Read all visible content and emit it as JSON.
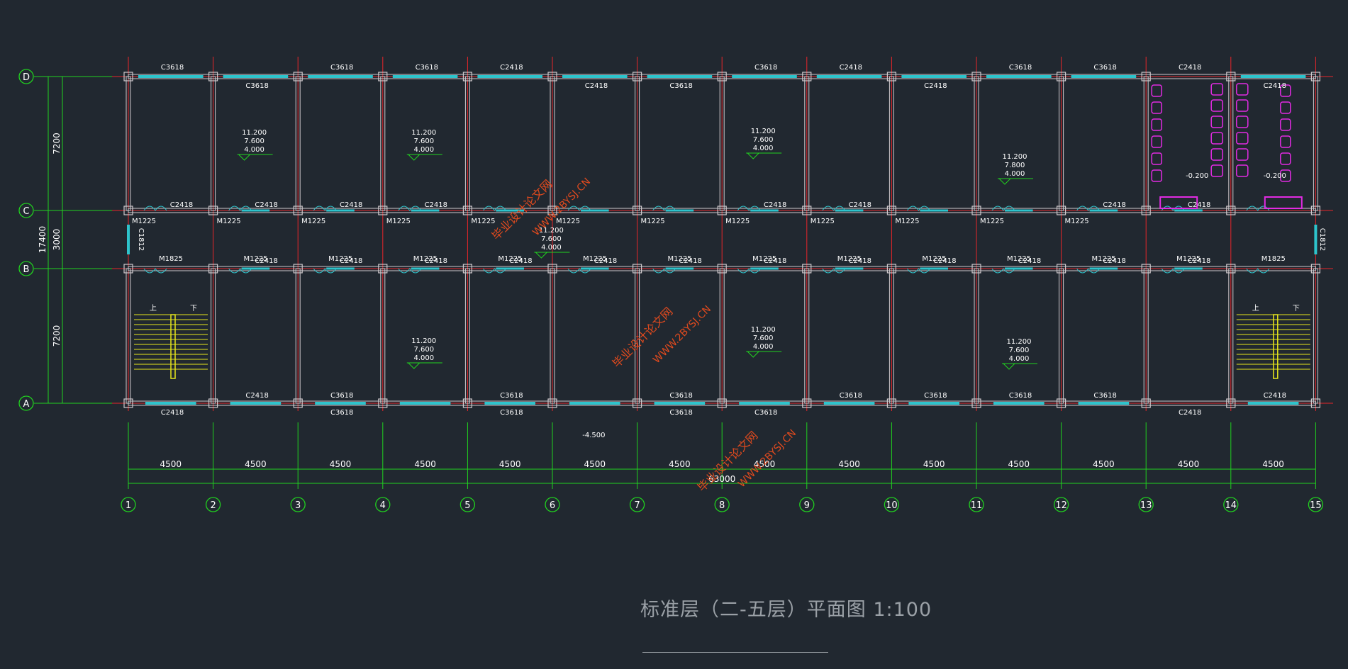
{
  "title": "标准层（二-五层）平面图  1:100",
  "axes": {
    "rows": [
      "D",
      "C",
      "B",
      "A"
    ],
    "cols": [
      "1",
      "2",
      "3",
      "4",
      "5",
      "6",
      "7",
      "8",
      "9",
      "10",
      "11",
      "12",
      "13",
      "14",
      "15"
    ]
  },
  "dimensions": {
    "bays": [
      "4500",
      "4500",
      "4500",
      "4500",
      "4500",
      "4500",
      "4500",
      "4500",
      "4500",
      "4500",
      "4500",
      "4500",
      "4500",
      "4500"
    ],
    "total": "63000",
    "left_segments": [
      "7200",
      "3000",
      "7200"
    ],
    "left_total": "17400"
  },
  "labels": {
    "top_outer": [
      "C3618",
      "C3618",
      "C3618",
      "C2418",
      "C3618",
      "C2418",
      "C3618",
      "C3618",
      "C2418"
    ],
    "top_inner": [
      "C3618",
      "C2418",
      "C3618",
      "C2418",
      "C2418"
    ],
    "c_line": [
      "C2418",
      "C2418",
      "C2418",
      "C2418",
      "C2418",
      "C2418",
      "C2418",
      "C2418"
    ],
    "c_doors": [
      "M1225",
      "M1225",
      "M1225",
      "M1225",
      "M1225",
      "M1225",
      "M1225",
      "M1225",
      "M1225",
      "M1225",
      "M1225",
      "M1225"
    ],
    "b_windows": [
      "C2418",
      "C2418",
      "C2418",
      "C2418",
      "C2418",
      "C2418",
      "C2418",
      "C2418",
      "C2418",
      "C2418",
      "C2418",
      "C2418"
    ],
    "b_doors": [
      "M1825",
      "M1225",
      "M1225",
      "M1225",
      "M1225",
      "M1225",
      "M1225",
      "M1225",
      "M1225",
      "M1225",
      "M1225",
      "M1225",
      "M1225",
      "M1825"
    ],
    "a_inner": [
      "C2418",
      "C3618",
      "C3618",
      "C3618",
      "C3618",
      "C3618",
      "C3618",
      "C3618",
      "C2418"
    ],
    "a_outer": [
      "C2418",
      "C3618",
      "C3618",
      "C3618",
      "C3618",
      "C2418"
    ],
    "side_window": "C1812"
  },
  "elevations": {
    "floors": [
      "11.200",
      "7.600",
      "4.000"
    ],
    "floors_alt": [
      "11.200",
      "7.800",
      "4.000"
    ],
    "toilet": "-0.200",
    "outdoor": "-4.500"
  },
  "stairs": {
    "up": "上",
    "down": "下"
  },
  "watermark": {
    "cn": "毕业设计论文网",
    "url": "WWW.2BYSJ.CN"
  },
  "colors": {
    "background": "#212830",
    "axis": "#e8262a",
    "dimension": "#21d21f",
    "wall": "#cfc9cc",
    "window": "#2ec4cc",
    "fixture": "#e22be3",
    "stair": "#e6e61c",
    "text": "#ffffff",
    "watermark": "#e04a1e"
  }
}
